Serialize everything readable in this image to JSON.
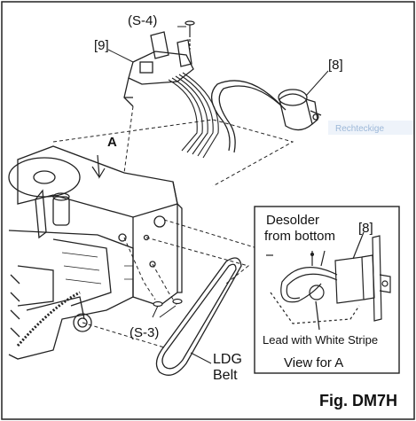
{
  "figure": {
    "title": "Fig. DM7H",
    "labels": {
      "screw_s4": "(S-4)",
      "screw_s3": "(S-3)",
      "part_9": "[9]",
      "part_8": "[8]",
      "part_8_inset": "[8]",
      "view_marker": "A",
      "belt_line1": "LDG",
      "belt_line2": "Belt",
      "inset_desolder_line1": "Desolder",
      "inset_desolder_line2": "from bottom",
      "inset_lead": "Lead with White Stripe",
      "inset_view": "View for A"
    },
    "watermark": "Rechteckige"
  }
}
